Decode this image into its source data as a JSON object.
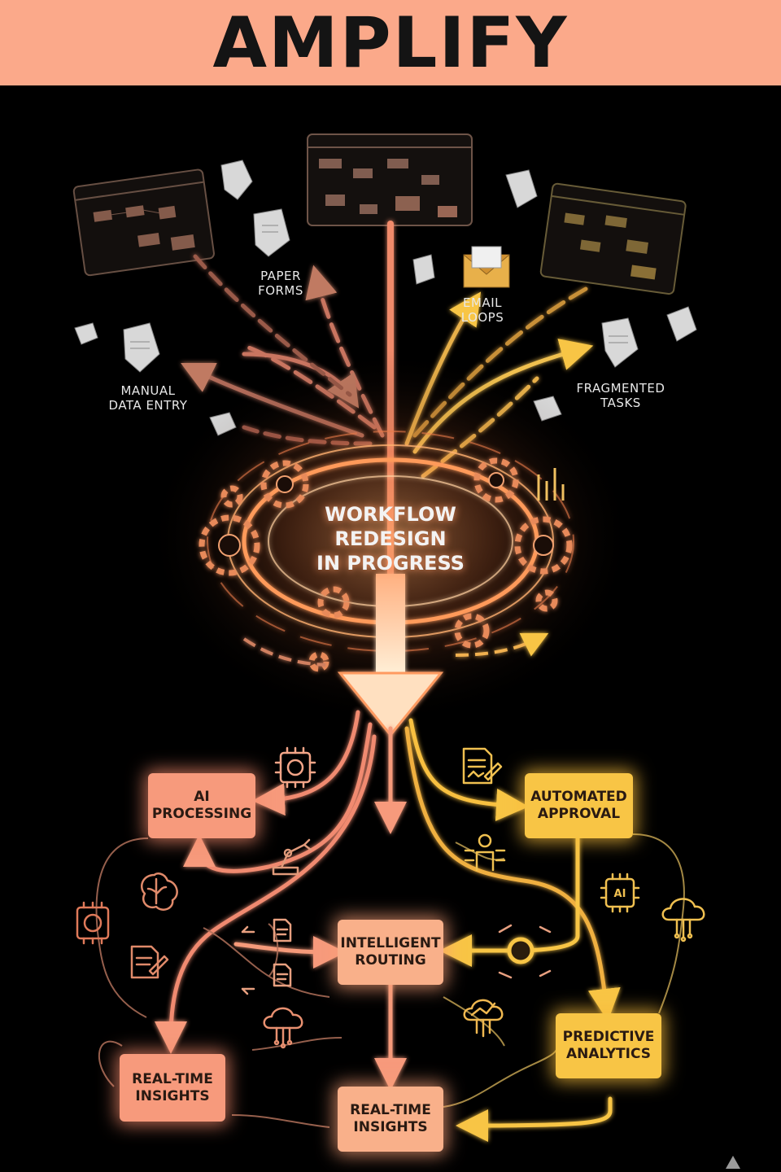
{
  "title": "AMPLIFY",
  "legacy_labels": {
    "paper_forms": [
      "PAPER",
      "FORMS"
    ],
    "email_loops": [
      "EMAIL",
      "LOOPS"
    ],
    "manual_data_entry": [
      "MANUAL",
      "DATA ENTRY"
    ],
    "fragmented_tasks": [
      "FRAGMENTED",
      "TASKS"
    ]
  },
  "hub": [
    "WORKFLOW",
    "REDESIGN",
    "IN PROGRESS"
  ],
  "nodes": {
    "ai_processing": [
      "AI",
      "PROCESSING"
    ],
    "automated_approval": [
      "AUTOMATED",
      "APPROVAL"
    ],
    "intelligent_routing": [
      "INTELLIGENT",
      "ROUTING"
    ],
    "predictive_analytics": [
      "PREDICTIVE",
      "ANALYTICS"
    ],
    "realtime_insights_left": [
      "REAL-TIME",
      "INSIGHTS"
    ],
    "realtime_insights_bottom": [
      "REAL-TIME",
      "INSIGHTS"
    ]
  },
  "icons": [
    "brain-chip-icon",
    "robot-arm-icon",
    "brain-icon",
    "document-icon",
    "user-network-icon",
    "ai-chip-icon",
    "cloud-network-icon",
    "flowchart-window-icon",
    "crumpled-paper-icon",
    "envelope-icon",
    "gear-icon"
  ],
  "colors": {
    "header": "#FBA98A",
    "salmon": "#F79A7C",
    "peach": "#F9B08A",
    "gold": "#F8C545",
    "background": "#000000"
  }
}
